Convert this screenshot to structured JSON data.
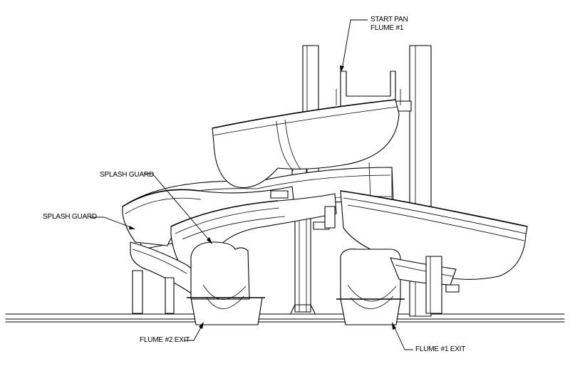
{
  "labels": {
    "start_pan_line1": "START PAN",
    "start_pan_line2": "FLUME #1",
    "splash_guard_upper": "SPLASH GUARD",
    "splash_guard_lower": "SPLASH GUARD",
    "flume2_exit": "FLUME #2 EXIT",
    "flume1_exit": "FLUME #1 EXIT"
  },
  "colors": {
    "line": "#000000",
    "background": "#ffffff"
  }
}
